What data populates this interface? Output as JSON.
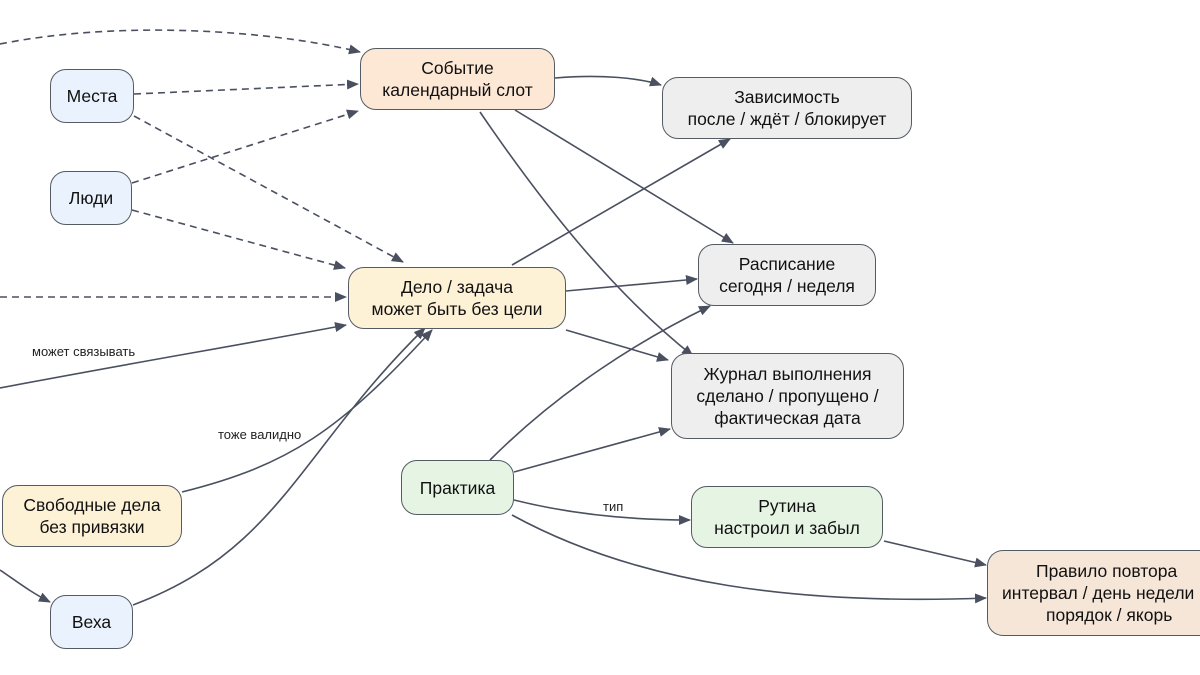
{
  "colors": {
    "blue_fill": "#eaf3fd",
    "orange_fill": "#fde8d6",
    "yellow_fill": "#fdf1d6",
    "gray_fill": "#eeeeee",
    "green_fill": "#e6f4e4",
    "beige_fill": "#f6e6d8",
    "edge": "#4a5060"
  },
  "nodes": {
    "places": {
      "line1": "Места"
    },
    "people": {
      "line1": "Люди"
    },
    "milestone": {
      "line1": "Веха"
    },
    "free_tasks": {
      "line1": "Свободные дела",
      "line2": "без привязки"
    },
    "event": {
      "line1": "Событие",
      "line2": "календарный слот"
    },
    "task": {
      "line1": "Дело / задача",
      "line2": "может быть без цели"
    },
    "dependency": {
      "line1": "Зависимость",
      "line2": "после / ждёт / блокирует"
    },
    "schedule": {
      "line1": "Расписание",
      "line2": "сегодня / неделя"
    },
    "log": {
      "line1": "Журнал выполнения",
      "line2": "сделано / пропущено /",
      "line3": "фактическая дата"
    },
    "practice": {
      "line1": "Практика"
    },
    "routine": {
      "line1": "Рутина",
      "line2": "настроил и забыл"
    },
    "repeat_rule": {
      "line1": "Правило повтора",
      "line2": "интервал / день недели",
      "line3": "порядок / якорь"
    }
  },
  "edge_labels": {
    "can_link": "может связывать",
    "also_valid": "тоже валидно",
    "type": "тип"
  }
}
